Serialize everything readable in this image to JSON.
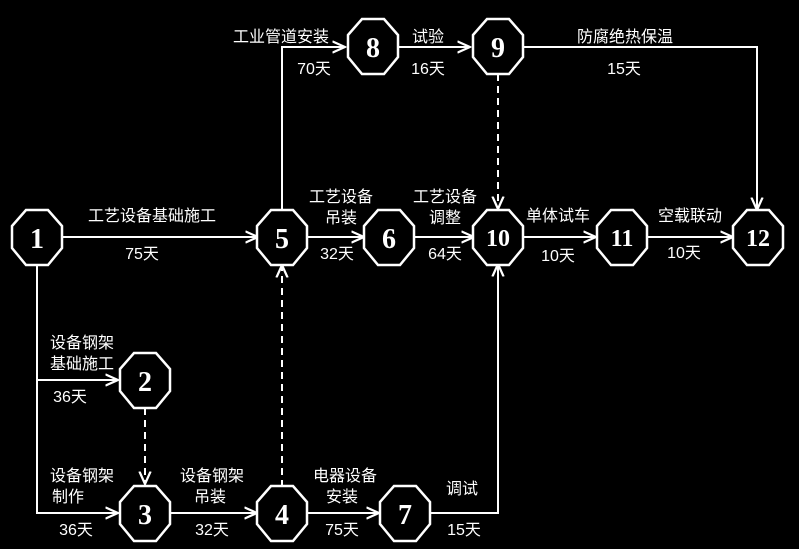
{
  "diagram": {
    "colors": {
      "background": "#000000",
      "foreground": "#ffffff"
    },
    "nodes": [
      {
        "id": "1",
        "label": "1"
      },
      {
        "id": "2",
        "label": "2"
      },
      {
        "id": "3",
        "label": "3"
      },
      {
        "id": "4",
        "label": "4"
      },
      {
        "id": "5",
        "label": "5"
      },
      {
        "id": "6",
        "label": "6"
      },
      {
        "id": "7",
        "label": "7"
      },
      {
        "id": "8",
        "label": "8"
      },
      {
        "id": "9",
        "label": "9"
      },
      {
        "id": "10",
        "label": "10"
      },
      {
        "id": "11",
        "label": "11"
      },
      {
        "id": "12",
        "label": "12"
      }
    ],
    "activities": {
      "a_1_5": {
        "name": "工艺设备基础施工",
        "duration": "75天"
      },
      "a_5_8": {
        "name": "工业管道安装",
        "duration": "70天"
      },
      "a_8_9": {
        "name": "试验",
        "duration": "16天"
      },
      "a_9_12": {
        "name": "防腐绝热保温",
        "duration": "15天"
      },
      "a_5_6": {
        "name_line1": "工艺设备",
        "name_line2": "吊装",
        "duration": "32天"
      },
      "a_6_10": {
        "name_line1": "工艺设备",
        "name_line2": "调整",
        "duration": "64天"
      },
      "a_10_11": {
        "name": "单体试车",
        "duration": "10天"
      },
      "a_11_12": {
        "name": "空载联动",
        "duration": "10天"
      },
      "a_1_2": {
        "name_line1": "设备钢架",
        "name_line2": "基础施工",
        "duration": "36天"
      },
      "a_1_3": {
        "name_line1": "设备钢架",
        "name_line2": "制作",
        "duration": "36天"
      },
      "a_3_4": {
        "name_line1": "设备钢架",
        "name_line2": "吊装",
        "duration": "32天"
      },
      "a_4_7": {
        "name_line1": "电器设备",
        "name_line2": "安装",
        "duration": "75天"
      },
      "a_7_10": {
        "name": "调试",
        "duration": "15天"
      }
    }
  }
}
